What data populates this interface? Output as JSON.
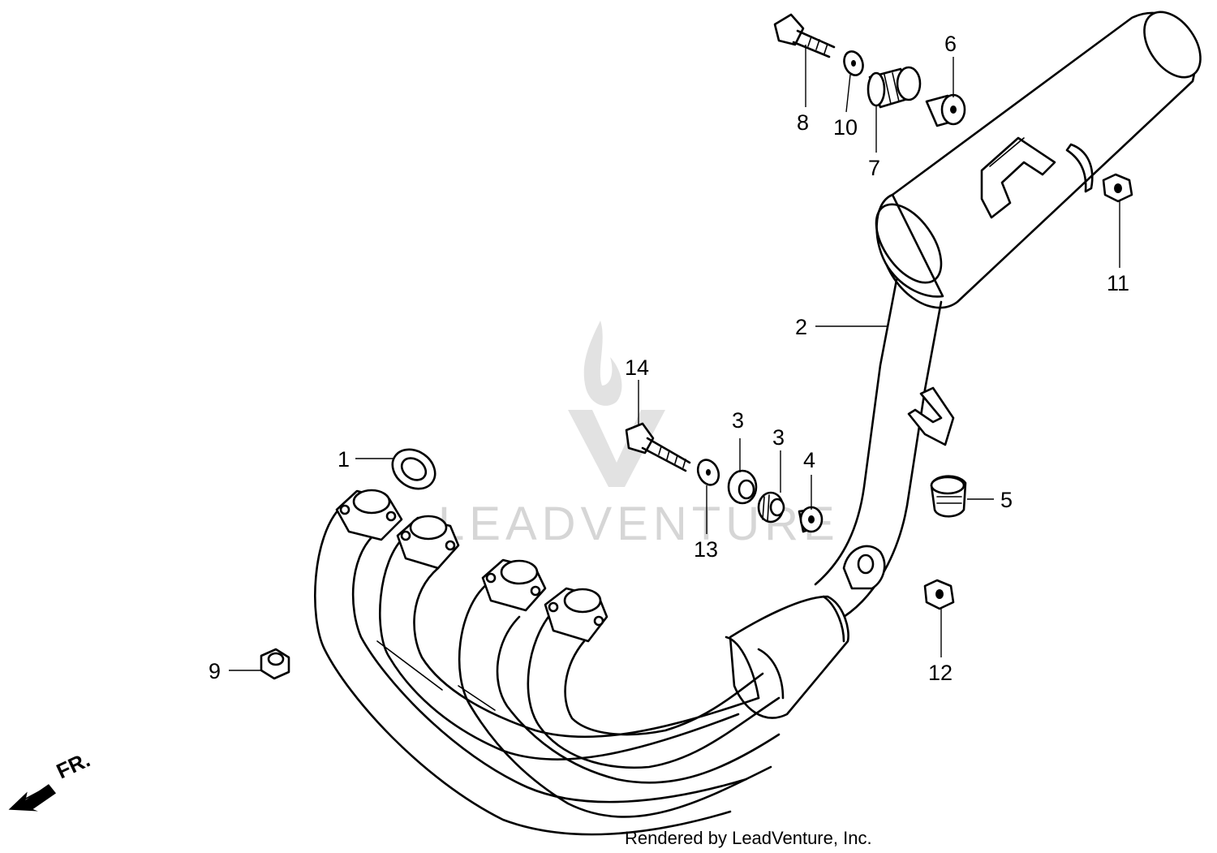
{
  "watermark": {
    "text": "LEADVENTURE"
  },
  "direction_label": "FR.",
  "footer": "Rendered by LeadVenture, Inc.",
  "callouts": [
    {
      "id": "1",
      "label": "1"
    },
    {
      "id": "2",
      "label": "2"
    },
    {
      "id": "3a",
      "label": "3"
    },
    {
      "id": "3b",
      "label": "3"
    },
    {
      "id": "4",
      "label": "4"
    },
    {
      "id": "5",
      "label": "5"
    },
    {
      "id": "6",
      "label": "6"
    },
    {
      "id": "7",
      "label": "7"
    },
    {
      "id": "8",
      "label": "8"
    },
    {
      "id": "9",
      "label": "9"
    },
    {
      "id": "10",
      "label": "10"
    },
    {
      "id": "11",
      "label": "11"
    },
    {
      "id": "12",
      "label": "12"
    },
    {
      "id": "13",
      "label": "13"
    },
    {
      "id": "14",
      "label": "14"
    }
  ]
}
